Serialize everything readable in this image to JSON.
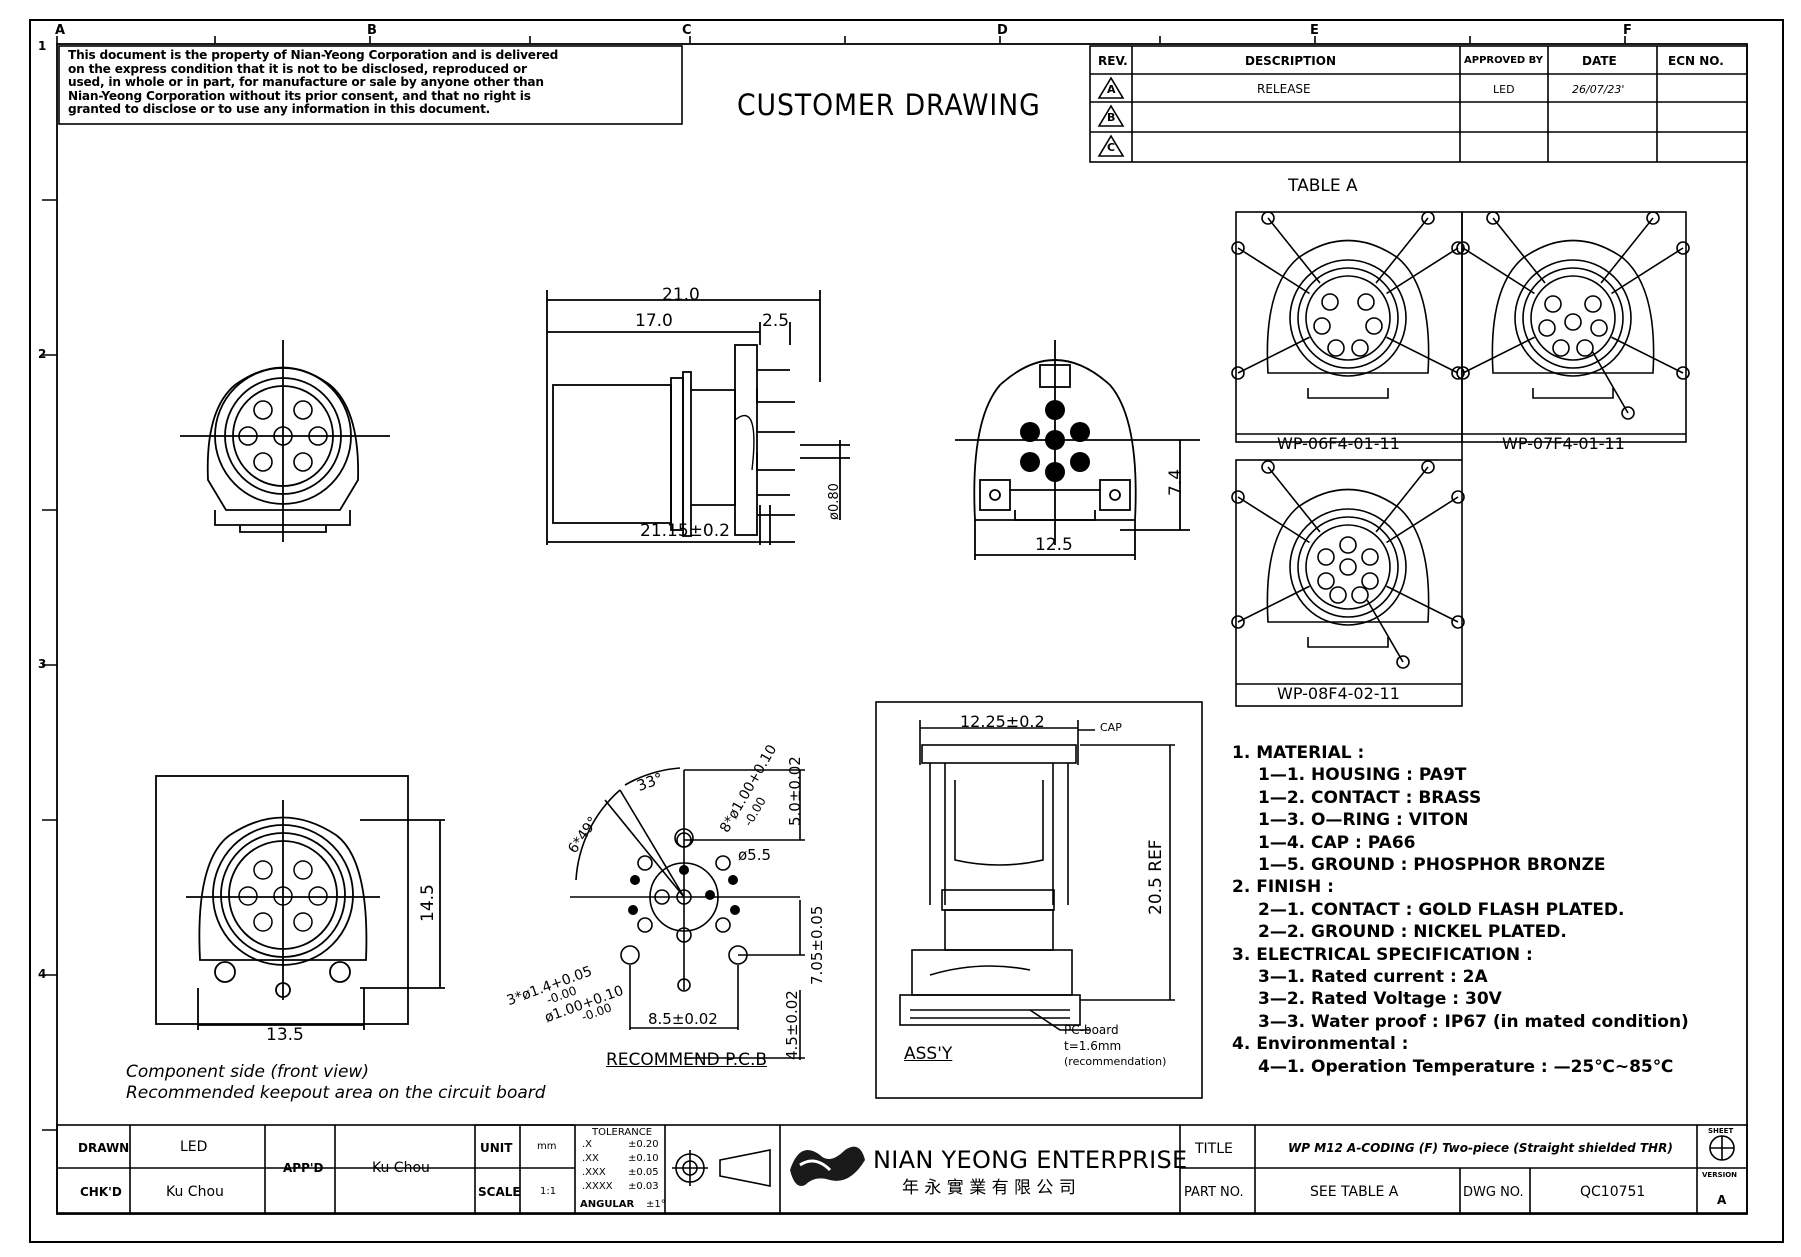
{
  "notice": [
    "This document is the property of Nian-Yeong Corporation and is delivered",
    "on  the  express condition that it is not to be disclosed, reproduced or",
    "used, in whole or in part, for manufacture or sale by anyone other than",
    "Nian-Yeong Corporation without  its prior consent, and that  no right  is",
    "granted  to disclose or to use any information in this  document."
  ],
  "heading": "CUSTOMER  DRAWING",
  "zones": {
    "columns": [
      "A",
      "B",
      "C",
      "D",
      "E",
      "F"
    ],
    "rows": [
      "1",
      "2",
      "3",
      "4"
    ]
  },
  "revision_table": {
    "headers": {
      "rev": "REV.",
      "description": "DESCRIPTION",
      "approved": "APPROVED BY",
      "date": "DATE",
      "ecn": "ECN NO."
    },
    "rows": [
      {
        "rev": "A",
        "description": "RELEASE",
        "approved": "LED",
        "date": "26/07/23'",
        "ecn": ""
      },
      {
        "rev": "B",
        "description": "",
        "approved": "",
        "date": "",
        "ecn": ""
      },
      {
        "rev": "C",
        "description": "",
        "approved": "",
        "date": "",
        "ecn": ""
      }
    ]
  },
  "table_a": {
    "title": "TABLE A",
    "variants": [
      "WP-06F4-01-11",
      "WP-07F4-01-11",
      "WP-08F4-02-11"
    ]
  },
  "dimensions": {
    "side_total": "21.0",
    "side_body": "17.0",
    "side_flange": "2.5",
    "side_bottom": "21.15±0.2",
    "side_pin": "ø0.80",
    "rear_width": "12.5",
    "rear_height": "7.4",
    "keepout_height": "14.5",
    "keepout_width": "13.5",
    "pcb_angle_a": "33°",
    "pcb_angle_b": "6*49°",
    "pcb_hole8": "8*ø1.00+0.10",
    "pcb_hole8_tol": "-0.00",
    "pcb_dim_top": "5.0±0.02",
    "pcb_circle": "ø5.5",
    "pcb_dim_mid": "7.05±0.05",
    "pcb_dim_bottom": "4.5±0.02",
    "pcb_hole3": "3*ø1.4+0.05",
    "pcb_hole3_tol": "-0.00",
    "pcb_hole1": "ø1.00+0.10",
    "pcb_hole1_tol": "-0.00",
    "pcb_width": "8.5±0.02",
    "assy_width": "12.25±0.2",
    "assy_cap": "CAP",
    "assy_height": "20.5 REF",
    "assy_pcb_1": "PC-board",
    "assy_pcb_2": "t=1.6mm",
    "assy_pcb_3": "(recommendation)"
  },
  "captions": {
    "component_1": "Component side (front view)",
    "component_2": "Recommended keepout area on the circuit board",
    "recommend": "RECOMMEND P.C.B",
    "assy": "ASS'Y"
  },
  "notes": [
    {
      "level": 0,
      "text": "1.  MATERIAL  :"
    },
    {
      "level": 1,
      "text": "1—1.  HOUSING  :  PA9T"
    },
    {
      "level": 1,
      "text": "1—2.  CONTACT  :  BRASS"
    },
    {
      "level": 1,
      "text": "1—3.  O—RING  :  VITON"
    },
    {
      "level": 1,
      "text": "1—4.  CAP  :  PA66"
    },
    {
      "level": 1,
      "text": "1—5.  GROUND  :  PHOSPHOR  BRONZE"
    },
    {
      "level": 0,
      "text": "2.  FINISH  :"
    },
    {
      "level": 1,
      "text": "2—1.  CONTACT  :  GOLD  FLASH  PLATED."
    },
    {
      "level": 1,
      "text": "2—2.  GROUND  :  NICKEL  PLATED."
    },
    {
      "level": 0,
      "text": "3.  ELECTRICAL  SPECIFICATION  :"
    },
    {
      "level": 1,
      "text": "3—1.  Rated  current  :  2A"
    },
    {
      "level": 1,
      "text": "3—2.  Rated  Voltage  :  30V"
    },
    {
      "level": 1,
      "text": "3—3.  Water  proof  :  IP67  (in  mated  condition)"
    },
    {
      "level": 0,
      "text": "4.  Environmental  :"
    },
    {
      "level": 1,
      "text": "4—1.  Operation  Temperature  :  —25℃~85℃"
    }
  ],
  "title_block": {
    "drawn_label": "DRAWN",
    "drawn": "LED",
    "chkd_label": "CHK'D",
    "chkd": "Ku Chou",
    "appd_label": "APP'D",
    "appd": "Ku Chou",
    "unit_label": "UNIT",
    "unit": "mm",
    "scale_label": "SCALE",
    "scale": "1:1",
    "tolerance_title": "TOLERANCE",
    "tolerance": [
      {
        "k": ".X",
        "v": "±0.20"
      },
      {
        "k": ".XX",
        "v": "±0.10"
      },
      {
        "k": ".XXX",
        "v": "±0.05"
      },
      {
        "k": ".XXXX",
        "v": "±0.03"
      }
    ],
    "angular_label": "ANGULAR",
    "angular": "±1°",
    "company": "NIAN YEONG ENTERPRISE",
    "company_cn": "年 永 實 業 有 限 公 司",
    "title_label": "TITLE",
    "title": "WP M12 A-CODING (F) Two-piece (Straight shielded THR)",
    "partno_label": "PART NO.",
    "partno": "SEE TABLE A",
    "dwgno_label": "DWG NO.",
    "dwgno": "QC10751",
    "sheet_label": "SHEET",
    "version_label": "VERSION",
    "version": "A"
  },
  "colors": {
    "ink": "#000000",
    "paper": "#ffffff",
    "logo": "#1a1a1a"
  }
}
